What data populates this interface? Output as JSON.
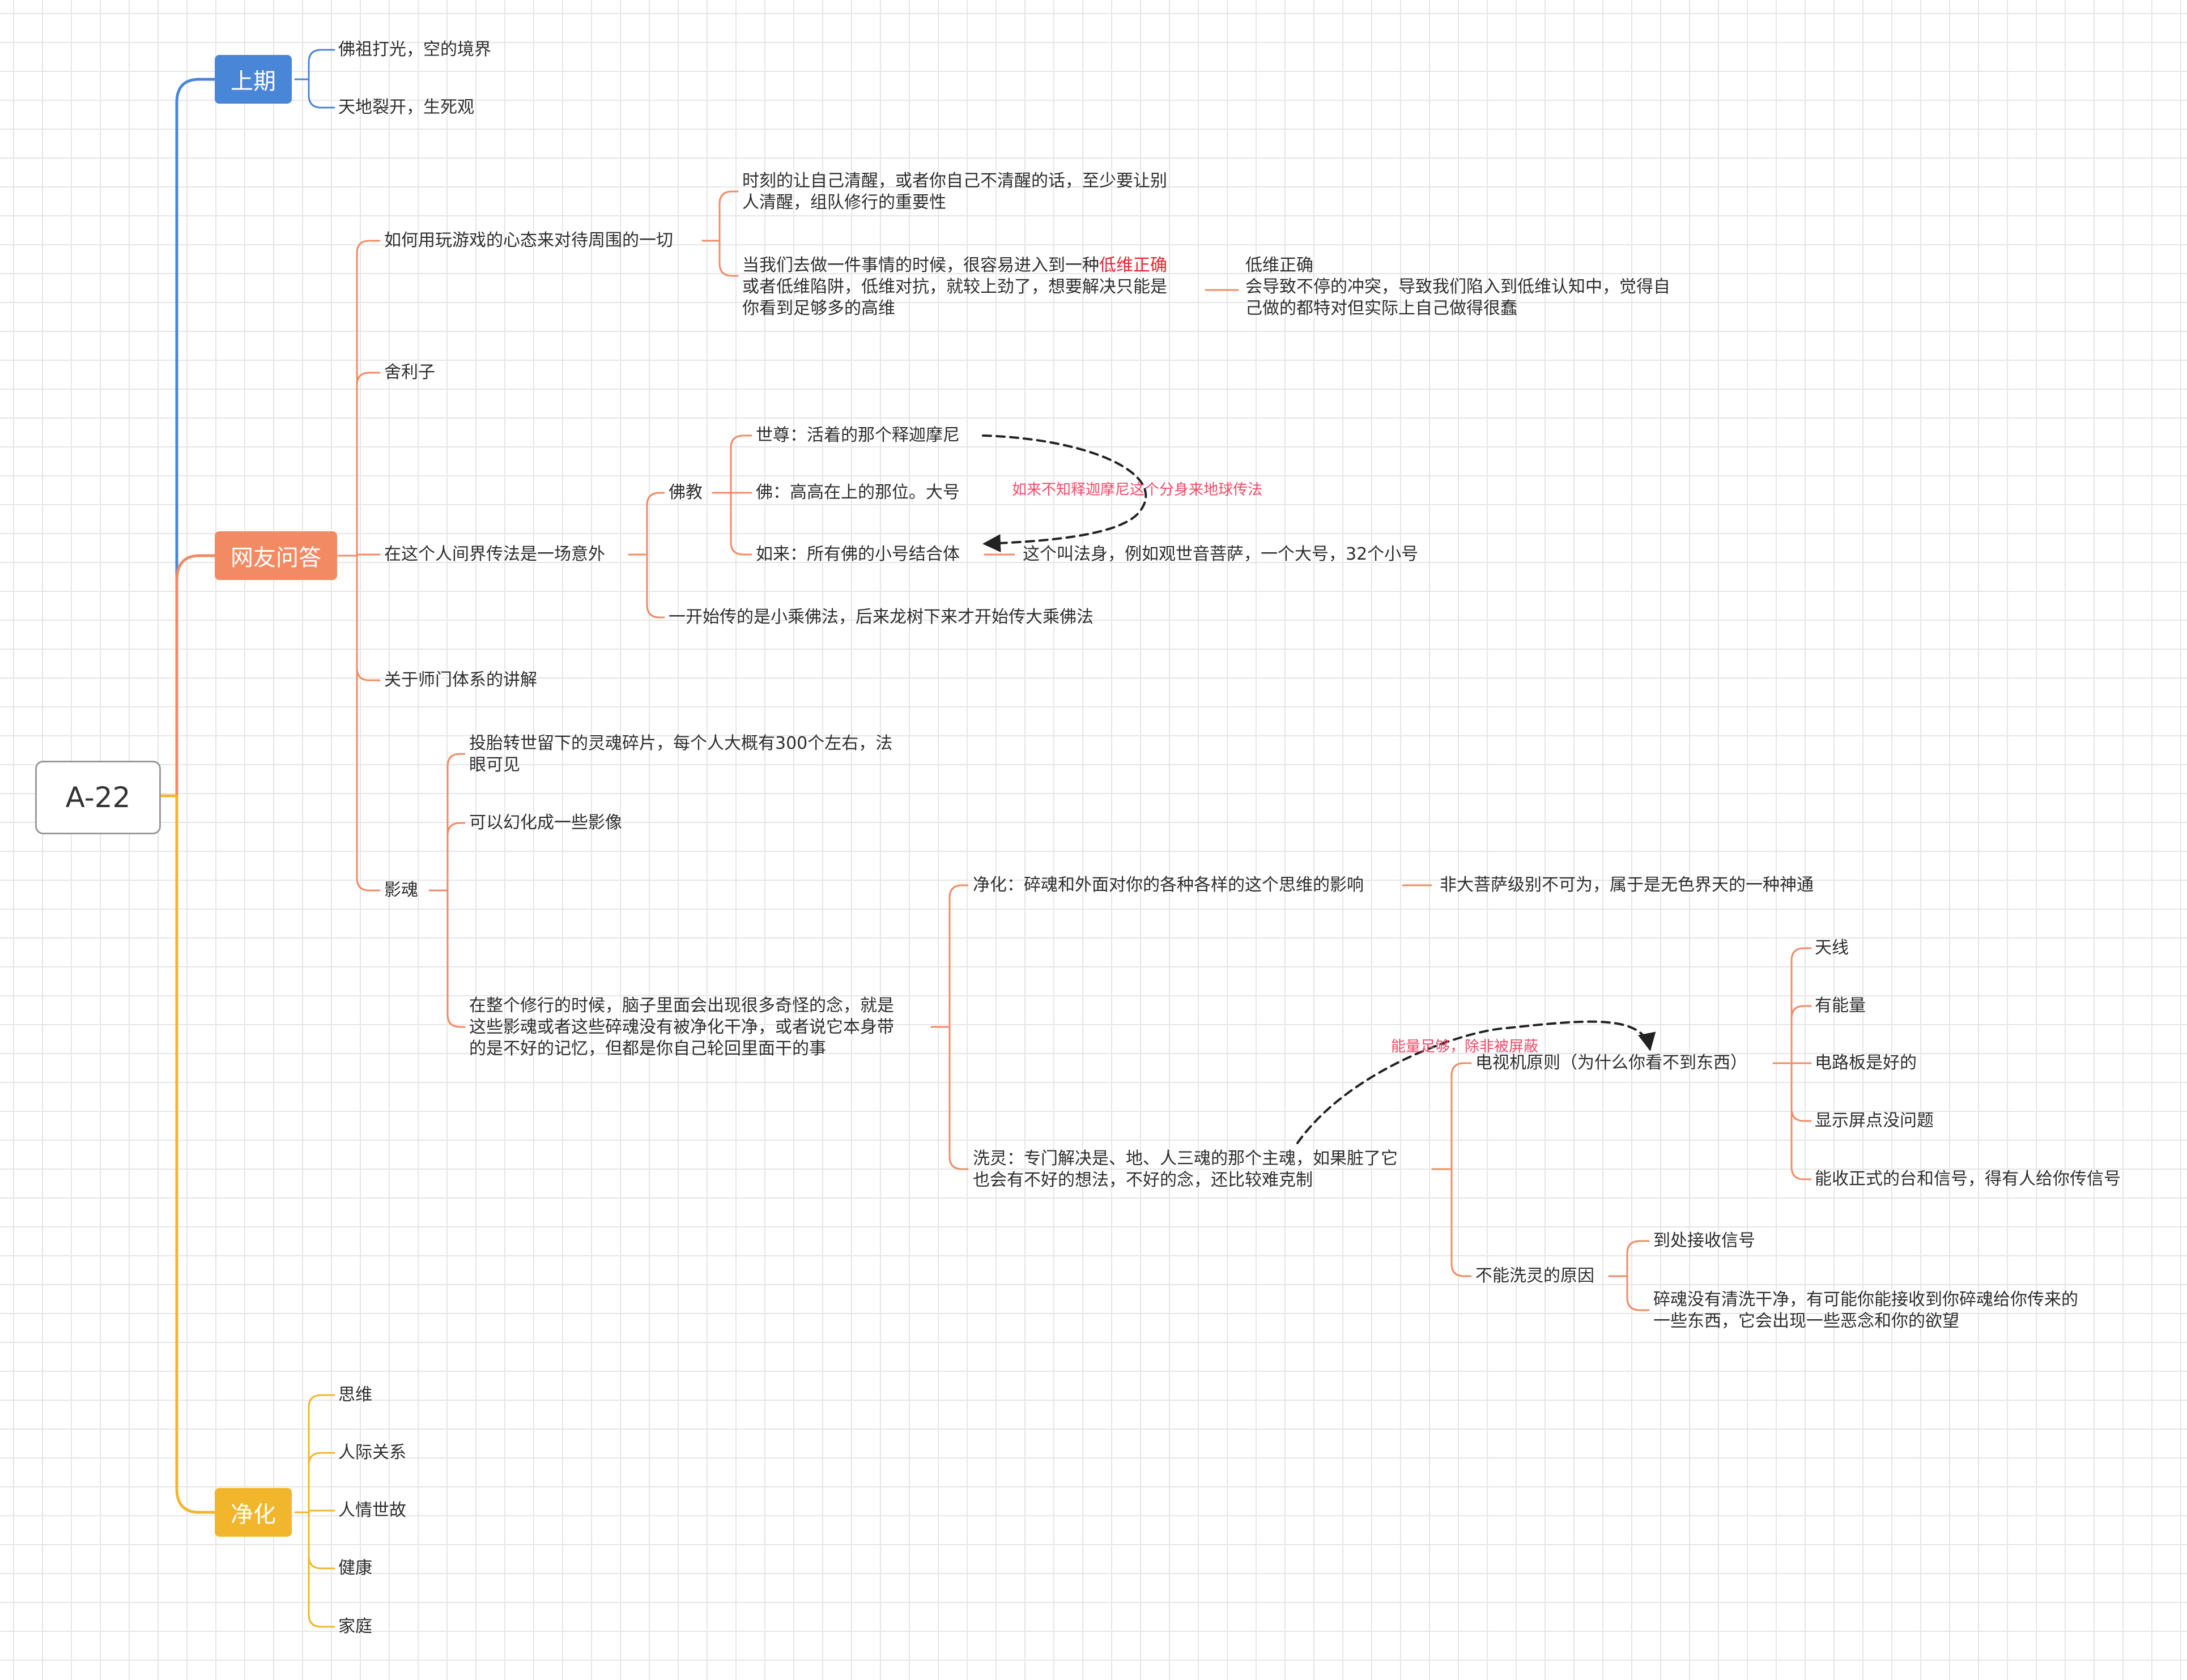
{
  "root": "A-22",
  "colors": {
    "blue": "#4a86d8",
    "orange": "#f28a64",
    "yellow": "#f2b62c",
    "dash": "#222222",
    "note": "#f24a68"
  },
  "branches": {
    "shangqi": {
      "label": "上期",
      "items": [
        "佛祖打光，空的境界",
        "天地裂开，生死观"
      ]
    },
    "wangyou": {
      "label": "网友问答",
      "game": {
        "label": "如何用玩游戏的心态来对待周围的一切",
        "c1": "时刻的让自己清醒，或者你自己不清醒的话，至少要让别\n人清醒，组队修行的重要性",
        "c2_pre": "当我们去做一件事情的时候，很容易进入到一种",
        "c2_red": "低维正确",
        "c2_post": "\n或者低维陷阱，低维对抗，就较上劲了，想要解决只能是\n你看到足够多的高维",
        "c2_note": "低维正确\n会导致不停的冲突，导致我们陷入到低维认知中，觉得自\n己做的都特对但实际上自己做得很蠢"
      },
      "shelizi": "舍利子",
      "chuanfa": {
        "label": "在这个人间界传法是一场意外",
        "fojiao": "佛教",
        "shizun": "世尊：活着的那个释迦摩尼",
        "fo": "佛：高高在上的那位。大号",
        "rulai": "如来：所有佛的小号结合体",
        "rulai_note": "这个叫法身，例如观世音菩萨，一个大号，32个小号",
        "dashed_label": "如来不知释迦摩尼这个分身来地球传法",
        "xiaosheng": "一开始传的是小乘佛法，后来龙树下来才开始传大乘佛法"
      },
      "shimen": "关于师门体系的讲解",
      "yinghun": {
        "label": "影魂",
        "c1": "投胎转世留下的灵魂碎片，每个人大概有300个左右，法\n眼可见",
        "c2": "可以幻化成一些影像",
        "c3": "在整个修行的时候，脑子里面会出现很多奇怪的念，就是\n这些影魂或者这些碎魂没有被净化干净，或者说它本身带\n的是不好的记忆，但都是你自己轮回里面干的事",
        "jinghua": "净化：碎魂和外面对你的各种各样的这个思维的影响",
        "jinghua_note": "非大菩萨级别不可为，属于是无色界天的一种神通",
        "xiling": "洗灵：专门解决是、地、人三魂的那个主魂，如果脏了它\n也会有不好的想法，不好的念，还比较难克制",
        "tv": "电视机原则（为什么你看不到东西）",
        "tv_items": [
          "天线",
          "有能量",
          "电路板是好的",
          "显示屏点没问题",
          "能收正式的台和信号，得有人给你传信号"
        ],
        "tv_dashed_label": "能量足够，除非被屏蔽",
        "cannot": "不能洗灵的原因",
        "cannot_items": [
          "到处接收信号",
          "碎魂没有清洗干净，有可能你能接收到你碎魂给你传来的\n一些东西，它会出现一些恶念和你的欲望"
        ]
      }
    },
    "jinghua": {
      "label": "净化",
      "items": [
        "思维",
        "人际关系",
        "人情世故",
        "健康",
        "家庭"
      ]
    }
  }
}
